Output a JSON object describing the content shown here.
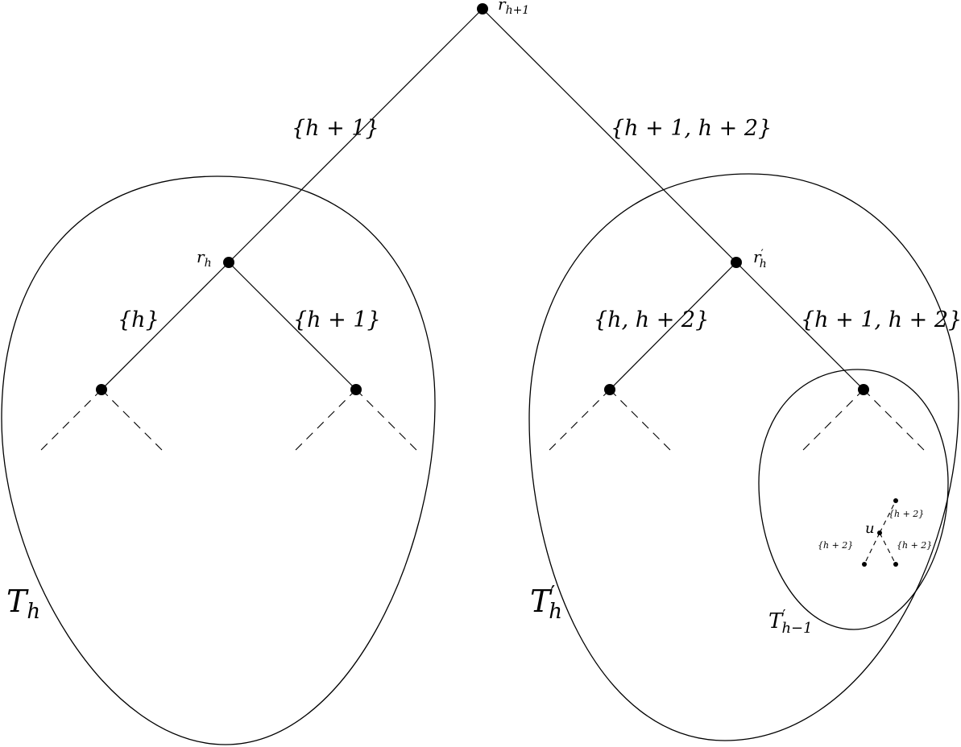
{
  "root_node": {
    "name": "r",
    "subscript": "h+1"
  },
  "left_child_node": {
    "name": "r",
    "subscript": "h"
  },
  "right_child_node": {
    "name": "r",
    "prime": "′",
    "subscript": "h"
  },
  "u_node": {
    "name": "u"
  },
  "edge_labels": {
    "root_left": "{h + 1}",
    "root_right": "{h + 1, h + 2}",
    "rh_left": "{h}",
    "rh_right": "{h + 1}",
    "rhp_left": "{h, h + 2}",
    "rhp_right": "{h + 1, h + 2}",
    "u_up": "{h + 2}",
    "u_left": "{h + 2}",
    "u_right": "{h + 2}"
  },
  "subtree_labels": {
    "left": {
      "name": "T",
      "subscript": "h"
    },
    "right": {
      "name": "T",
      "prime": "′",
      "subscript": "h"
    },
    "inner": {
      "name": "T",
      "prime": "′",
      "subscript": "h−1"
    }
  }
}
